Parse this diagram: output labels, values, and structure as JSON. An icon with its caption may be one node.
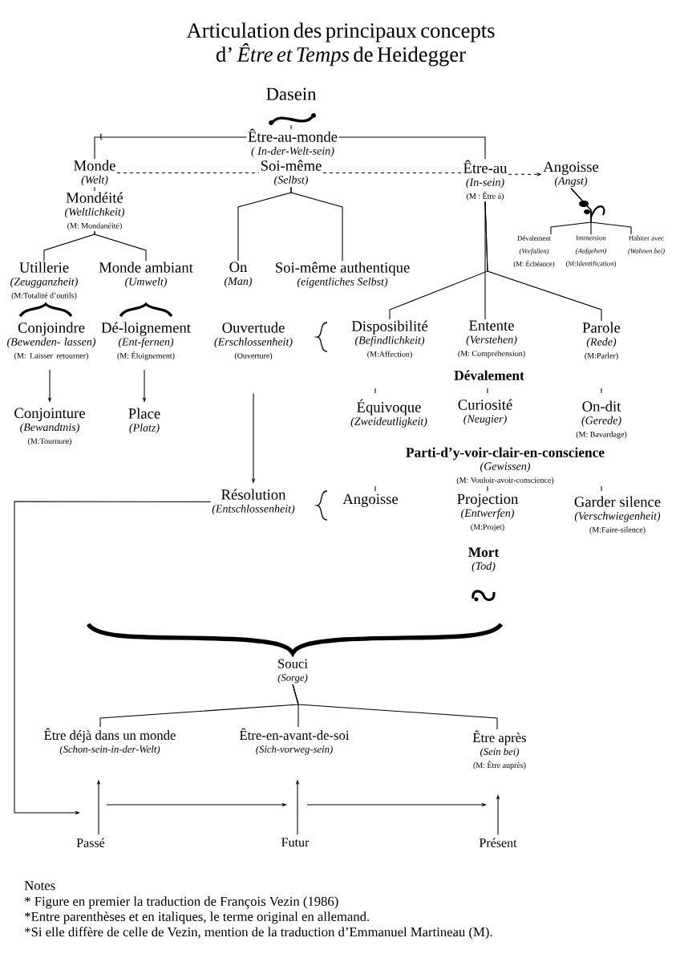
{
  "diagram": {
    "title": "Articulation des principaux concepts d’ *Être et Temps* de Heidegger",
    "nodes": [
      {
        "text": [
          "Dasein"
        ]
      },
      {
        "text": [
          "Être-au-monde",
          "( In-der-Welt-sein)"
        ]
      },
      {
        "text": [
          "Monde",
          "(Welt)"
        ]
      },
      {
        "text": [
          "Soi-même",
          "(Selbst)"
        ]
      },
      {
        "text": [
          "Être-au",
          "(In-sein)",
          "(M : Être à)"
        ]
      },
      {
        "text": [
          "Angoisse",
          "(Angst)"
        ]
      },
      {
        "text": [
          "Mondéité",
          "(Weltlichkeit)",
          "(M: Mondanéité)"
        ]
      },
      {
        "text": [
          "Dévalement",
          "(Verfallen)",
          "(M: Échéance)"
        ]
      },
      {
        "text": [
          "Immersion",
          "(Aufgehen)",
          "(M:Identification)"
        ]
      },
      {
        "text": [
          "Habiter avec",
          "(Wohnen bei)"
        ]
      },
      {
        "text": [
          "Utillerie",
          "(Zeugganzheit)",
          "(M:Totalité d’outils)"
        ]
      },
      {
        "text": [
          "Monde ambiant",
          "(Umwelt)"
        ]
      },
      {
        "text": [
          "On",
          "(Man)"
        ]
      },
      {
        "text": [
          "Soi-même authentique",
          "(eigentliches Selbst)"
        ]
      },
      {
        "text": [
          "Conjoindre",
          "(Bewenden- lassen)",
          "(M: Laisser retourner)"
        ]
      },
      {
        "text": [
          "Dé-loignement",
          "(Ent-fernen)",
          "(M: Éloignement)"
        ]
      },
      {
        "text": [
          "Ouvertude",
          "(Erschlossenheit)",
          "(Ouverture)"
        ]
      },
      {
        "text": [
          "Disposibilité",
          "(Befindlichkeit)",
          "(M:Affection)"
        ]
      },
      {
        "text": [
          "Entente",
          "(Verstehen)",
          "(M: Compréhension)"
        ]
      },
      {
        "text": [
          "Parole",
          "(Rede)",
          "(M:Parler)"
        ]
      },
      {
        "text": [
          "Dévalement"
        ]
      },
      {
        "text": [
          "Équivoque",
          "(Zweideutligkeit)"
        ]
      },
      {
        "text": [
          "Curiosité",
          "(Neugier)"
        ]
      },
      {
        "text": [
          "On-dit",
          "(Gerede)",
          "(M: Bavardage)"
        ]
      },
      {
        "text": [
          "Conjointure",
          "(Bewandtnis)",
          "(M:Tournure)"
        ]
      },
      {
        "text": [
          "Place",
          "(Platz)"
        ]
      },
      {
        "text": [
          "Parti-d’y-voir-clair-en-conscience",
          "(Gewissen)",
          "(M: Vouloir-avoir-conscience)"
        ]
      },
      {
        "text": [
          "Résolution",
          "(Entschlossenheit)"
        ]
      },
      {
        "text": [
          "Angoisse"
        ]
      },
      {
        "text": [
          "Projection",
          "(Entwerfen)",
          "(M:Projet)"
        ]
      },
      {
        "text": [
          "Garder silence",
          "(Verschwiegenheit)",
          "(M:Faire-silence)"
        ]
      },
      {
        "text": [
          "Mort",
          "(Tod)"
        ]
      },
      {
        "text": [
          "Souci",
          "(Sorge)"
        ]
      },
      {
        "text": [
          "Être déjà dans un monde",
          "(Schon-sein-in-der-Welt)"
        ]
      },
      {
        "text": [
          "Être-en-avant-de-soi",
          "(Sich-vorweg-sein)"
        ]
      },
      {
        "text": [
          "Être après",
          "(Sein bei)",
          "(M: Être auprès)"
        ]
      },
      {
        "text": [
          "Passé"
        ]
      },
      {
        "text": [
          "Futur"
        ]
      },
      {
        "text": [
          "Présent"
        ]
      }
    ],
    "edges": [
      {
        "from": 1,
        "to": 2,
        "arrow": "none"
      },
      {
        "from": 1,
        "to": 4,
        "arrow": "none"
      },
      {
        "from": 2,
        "to": 3,
        "arrow": "none",
        "style": "dashed"
      },
      {
        "from": 3,
        "to": 4,
        "arrow": "none",
        "style": "dashed"
      },
      {
        "from": 4,
        "to": 5,
        "arrow": "to",
        "style": "dashed"
      },
      {
        "from": 2,
        "to": 6,
        "arrow": "none"
      },
      {
        "from": 6,
        "to": 10,
        "arrow": "none"
      },
      {
        "from": 6,
        "to": 11,
        "arrow": "none"
      },
      {
        "from": 3,
        "to": 12,
        "arrow": "none"
      },
      {
        "from": 3,
        "to": 13,
        "arrow": "none"
      },
      {
        "from": 5,
        "to": 7,
        "arrow": "none"
      },
      {
        "from": 5,
        "to": 8,
        "arrow": "none"
      },
      {
        "from": 5,
        "to": 9,
        "arrow": "none"
      },
      {
        "from": 4,
        "to": 17,
        "arrow": "none"
      },
      {
        "from": 4,
        "to": 18,
        "arrow": "none"
      },
      {
        "from": 4,
        "to": 19,
        "arrow": "none"
      },
      {
        "from": 14,
        "to": 24,
        "arrow": "to"
      },
      {
        "from": 15,
        "to": 25,
        "arrow": "to"
      },
      {
        "from": 16,
        "to": 27,
        "arrow": "to"
      },
      {
        "from": 27,
        "to": 36,
        "arrow": "to"
      },
      {
        "from": 32,
        "to": 33,
        "arrow": "none"
      },
      {
        "from": 32,
        "to": 34,
        "arrow": "none"
      },
      {
        "from": 32,
        "to": 35,
        "arrow": "none"
      },
      {
        "from": 36,
        "to": 33,
        "arrow": "to"
      },
      {
        "from": 37,
        "to": 34,
        "arrow": "to"
      },
      {
        "from": 38,
        "to": 35,
        "arrow": "to"
      },
      {
        "from": 36,
        "to": 37,
        "arrow": "to"
      },
      {
        "from": 37,
        "to": 38,
        "arrow": "to"
      }
    ],
    "labels": [
      "t",
      "Notes",
      "* Figure en premier la traduction de François Vezin (1986)",
      "*Entre parenthèses et en italiques, le terme original en allemand.",
      "*Si elle diffère de celle de Vezin, mention de la traduction d’Emmanuel Martineau (M)."
    ]
  }
}
